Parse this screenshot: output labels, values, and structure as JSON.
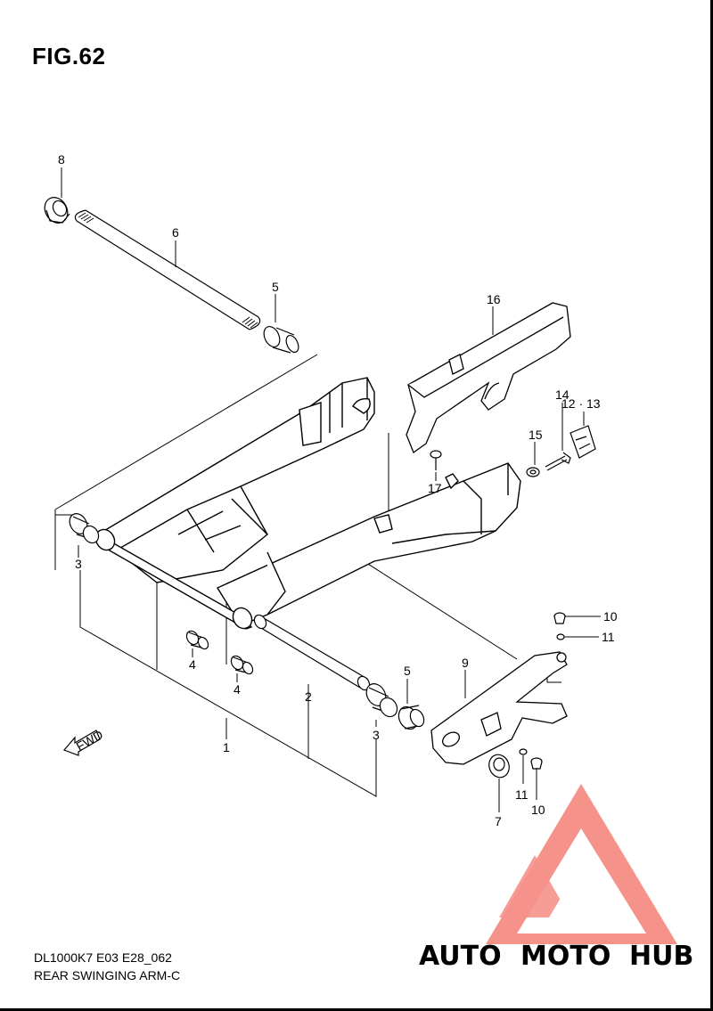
{
  "figure": {
    "title": "FIG.62",
    "code": "DL1000K7 E03 E28_062",
    "name": "REAR SWINGING ARM-C"
  },
  "fwd_label": "FWD",
  "callouts": [
    {
      "id": "c8",
      "label": "8"
    },
    {
      "id": "c6",
      "label": "6"
    },
    {
      "id": "c5a",
      "label": "5"
    },
    {
      "id": "c16",
      "label": "16"
    },
    {
      "id": "c1213",
      "label": "12 · 13"
    },
    {
      "id": "c14",
      "label": "14"
    },
    {
      "id": "c15",
      "label": "15"
    },
    {
      "id": "c17",
      "label": "17"
    },
    {
      "id": "c3a",
      "label": "3"
    },
    {
      "id": "c10a",
      "label": "10"
    },
    {
      "id": "c11a",
      "label": "11"
    },
    {
      "id": "c9",
      "label": "9"
    },
    {
      "id": "c4a",
      "label": "4"
    },
    {
      "id": "c4b",
      "label": "4"
    },
    {
      "id": "c5b",
      "label": "5"
    },
    {
      "id": "c2",
      "label": "2"
    },
    {
      "id": "c3b",
      "label": "3"
    },
    {
      "id": "c1",
      "label": "1"
    },
    {
      "id": "c11b",
      "label": "11"
    },
    {
      "id": "c10b",
      "label": "10"
    },
    {
      "id": "c7",
      "label": "7"
    }
  ],
  "watermark": {
    "part1": "AUTO",
    "part2": "MOTO",
    "part3": "HUB",
    "color_red": "#ee3b2e",
    "color_orange": "#f7a03c",
    "color_gray": "#555555"
  }
}
